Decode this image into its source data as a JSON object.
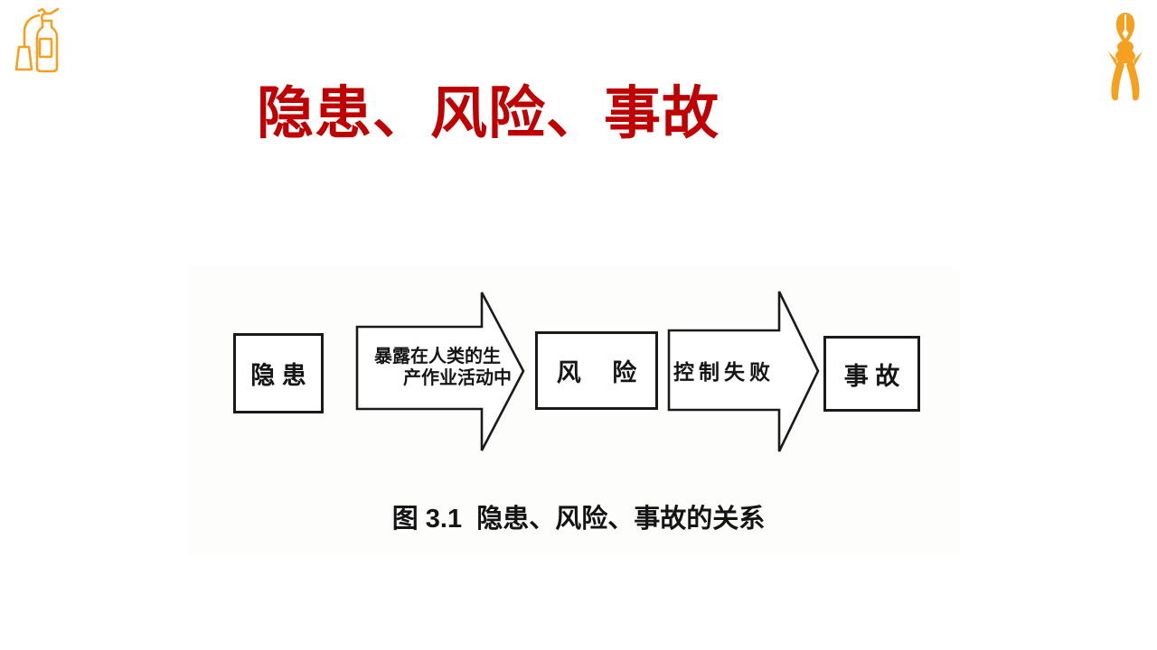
{
  "slide": {
    "title": "隐患、风险、事故"
  },
  "colors": {
    "title_red": "#C00000",
    "icon_orange": "#F5A01F",
    "diagram_ink": "#1A1A1A"
  },
  "icons": {
    "top_left": "fire-extinguisher-icon",
    "top_right": "pliers-icon"
  },
  "diagram": {
    "boxes": [
      {
        "label": "隐 患"
      },
      {
        "label": "风　 险"
      },
      {
        "label": "事 故"
      }
    ],
    "arrows": [
      {
        "lines": [
          "暴露在人类的生",
          "产作业活动中"
        ]
      },
      {
        "lines": [
          "控制失败"
        ]
      }
    ],
    "caption": "图 3.1  隐患、风险、事故的关系"
  }
}
